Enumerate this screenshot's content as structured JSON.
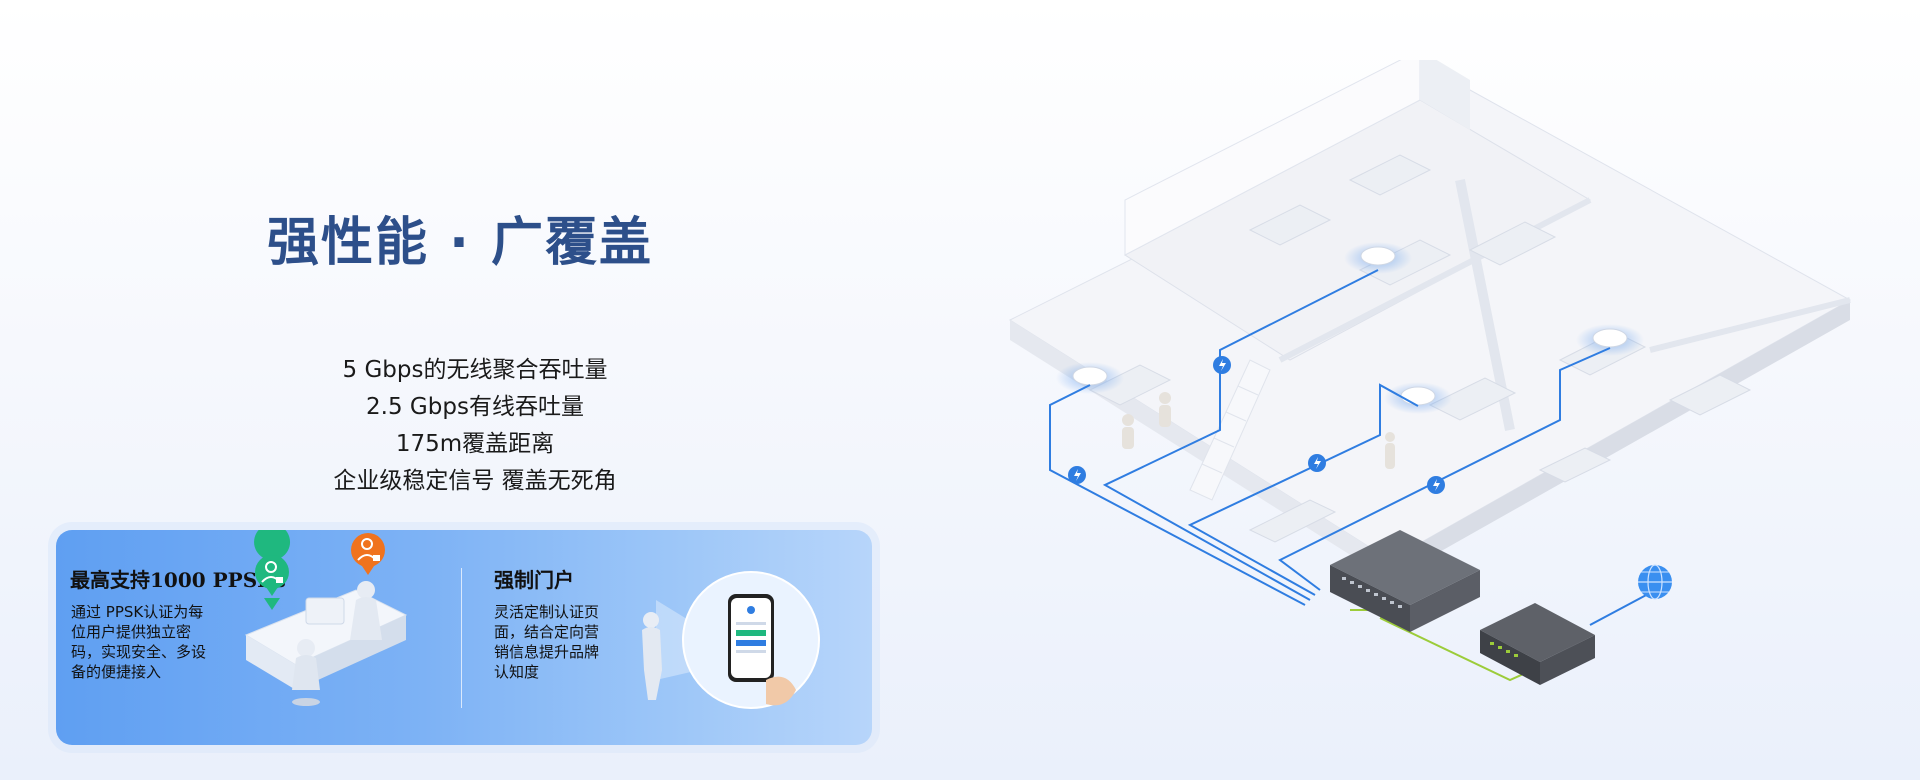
{
  "hero": {
    "title": "强性能 · 广覆盖",
    "features": [
      "5 Gbps的无线聚合吞吐量",
      "2.5 Gbps有线吞吐量",
      "175m覆盖距离",
      "企业级稳定信号 覆盖无死角"
    ]
  },
  "banner": {
    "ppsk": {
      "title": "最高支持1000 PPSKs",
      "desc_lines": [
        "通过 PPSK认证为每",
        "位用户提供独立密",
        "码，实现安全、多设",
        "备的便捷接入"
      ]
    },
    "portal": {
      "title": "强制门户",
      "desc_lines": [
        "灵活定制认证页",
        "面，结合定向营",
        "销信息提升品牌",
        "认知度"
      ]
    }
  },
  "colors": {
    "title": "#2d4f8a",
    "cable_blue": "#2f7de1",
    "cable_green": "#9ccc3a",
    "banner_blue": "#5f9ff2",
    "pin_green": "#1fb87f",
    "pin_orange": "#f0731e"
  },
  "icons": [
    "user-lock-icon",
    "power-bolt-icon",
    "globe-icon",
    "access-point-icon",
    "network-switch-icon",
    "smartphone-icon"
  ]
}
